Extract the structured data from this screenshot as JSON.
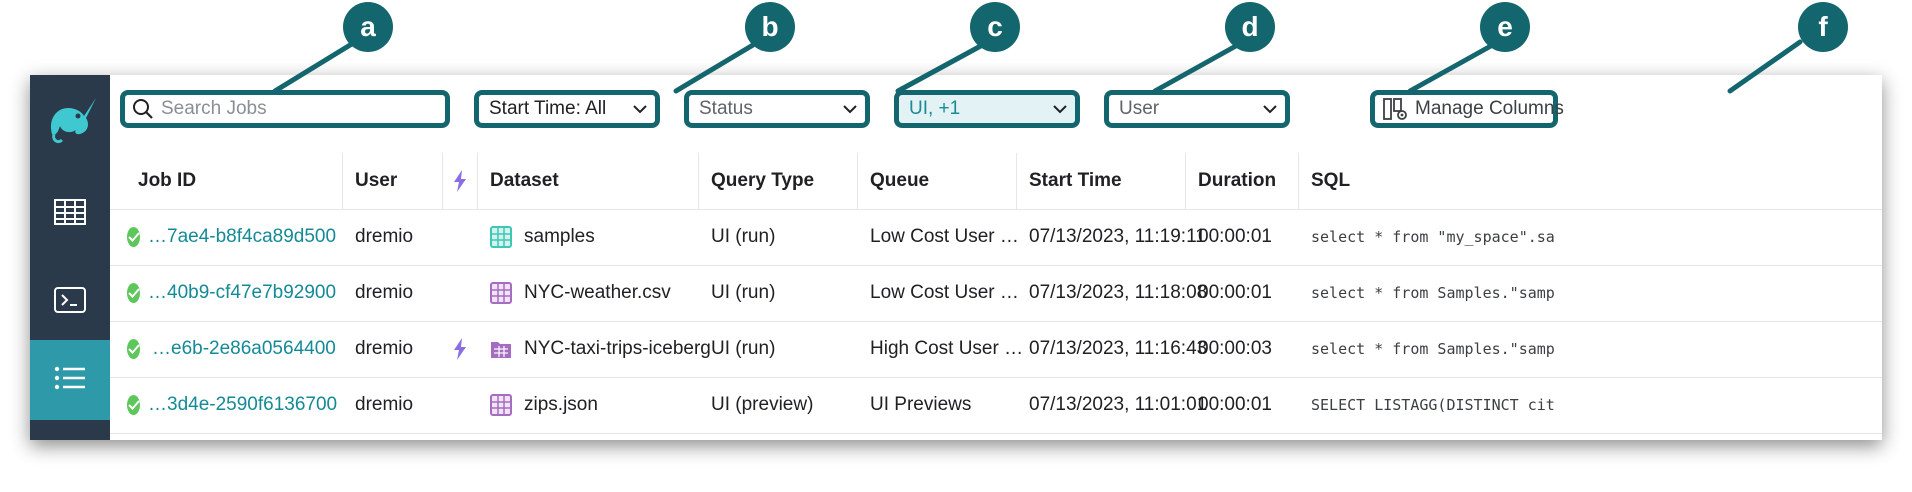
{
  "callouts": [
    "a",
    "b",
    "c",
    "d",
    "e",
    "f"
  ],
  "toolbar": {
    "search_placeholder": "Search Jobs",
    "start_time_label": "Start Time: All",
    "status_label": "Status",
    "query_type_label": "UI, +1",
    "user_label": "User",
    "manage_columns_label": "Manage Columns"
  },
  "sidebar": {
    "items": [
      {
        "icon": "dremio-logo-icon"
      },
      {
        "icon": "datasets-grid-icon"
      },
      {
        "icon": "sql-runner-icon"
      },
      {
        "icon": "jobs-list-icon",
        "active": true
      }
    ]
  },
  "table": {
    "columns": [
      "Job ID",
      "User",
      "",
      "Dataset",
      "Query Type",
      "Queue",
      "Start Time",
      "Duration",
      "SQL"
    ],
    "rows": [
      {
        "job_id": "…7ae4-b8f4ca89d500",
        "user": "dremio",
        "accelerated": false,
        "dataset": "samples",
        "dataset_icon": "space-icon",
        "query_type": "UI (run)",
        "queue": "Low Cost User …",
        "start_time": "07/13/2023, 11:19:11",
        "duration": "00:00:01",
        "sql": "select * from \"my_space\".sa"
      },
      {
        "job_id": "…40b9-cf47e7b92900",
        "user": "dremio",
        "accelerated": false,
        "dataset": "NYC-weather.csv",
        "dataset_icon": "physical-dataset-icon",
        "query_type": "UI (run)",
        "queue": "Low Cost User …",
        "start_time": "07/13/2023, 11:18:08",
        "duration": "00:00:01",
        "sql": "select * from Samples.\"samp"
      },
      {
        "job_id": "…e6b-2e86a0564400",
        "user": "dremio",
        "accelerated": true,
        "dataset": "NYC-taxi-trips-iceberg",
        "dataset_icon": "folder-dataset-icon",
        "query_type": "UI (run)",
        "queue": "High Cost User …",
        "start_time": "07/13/2023, 11:16:43",
        "duration": "00:00:03",
        "sql": "select * from Samples.\"samp"
      },
      {
        "job_id": "…3d4e-2590f6136700",
        "user": "dremio",
        "accelerated": false,
        "dataset": "zips.json",
        "dataset_icon": "physical-dataset-icon",
        "query_type": "UI (preview)",
        "queue": "UI Previews",
        "start_time": "07/13/2023, 11:01:01",
        "duration": "00:00:01",
        "sql": "SELECT LISTAGG(DISTINCT cit"
      }
    ]
  },
  "colors": {
    "callout": "#14666e",
    "sidebar": "#2b3a4a",
    "sidebar_active": "#2e99a8",
    "link": "#138a96",
    "success": "#5ec65b",
    "accelerated": "#8b6fe0",
    "dataset_purple": "#a56cc1",
    "dataset_teal": "#3cc8b4"
  }
}
